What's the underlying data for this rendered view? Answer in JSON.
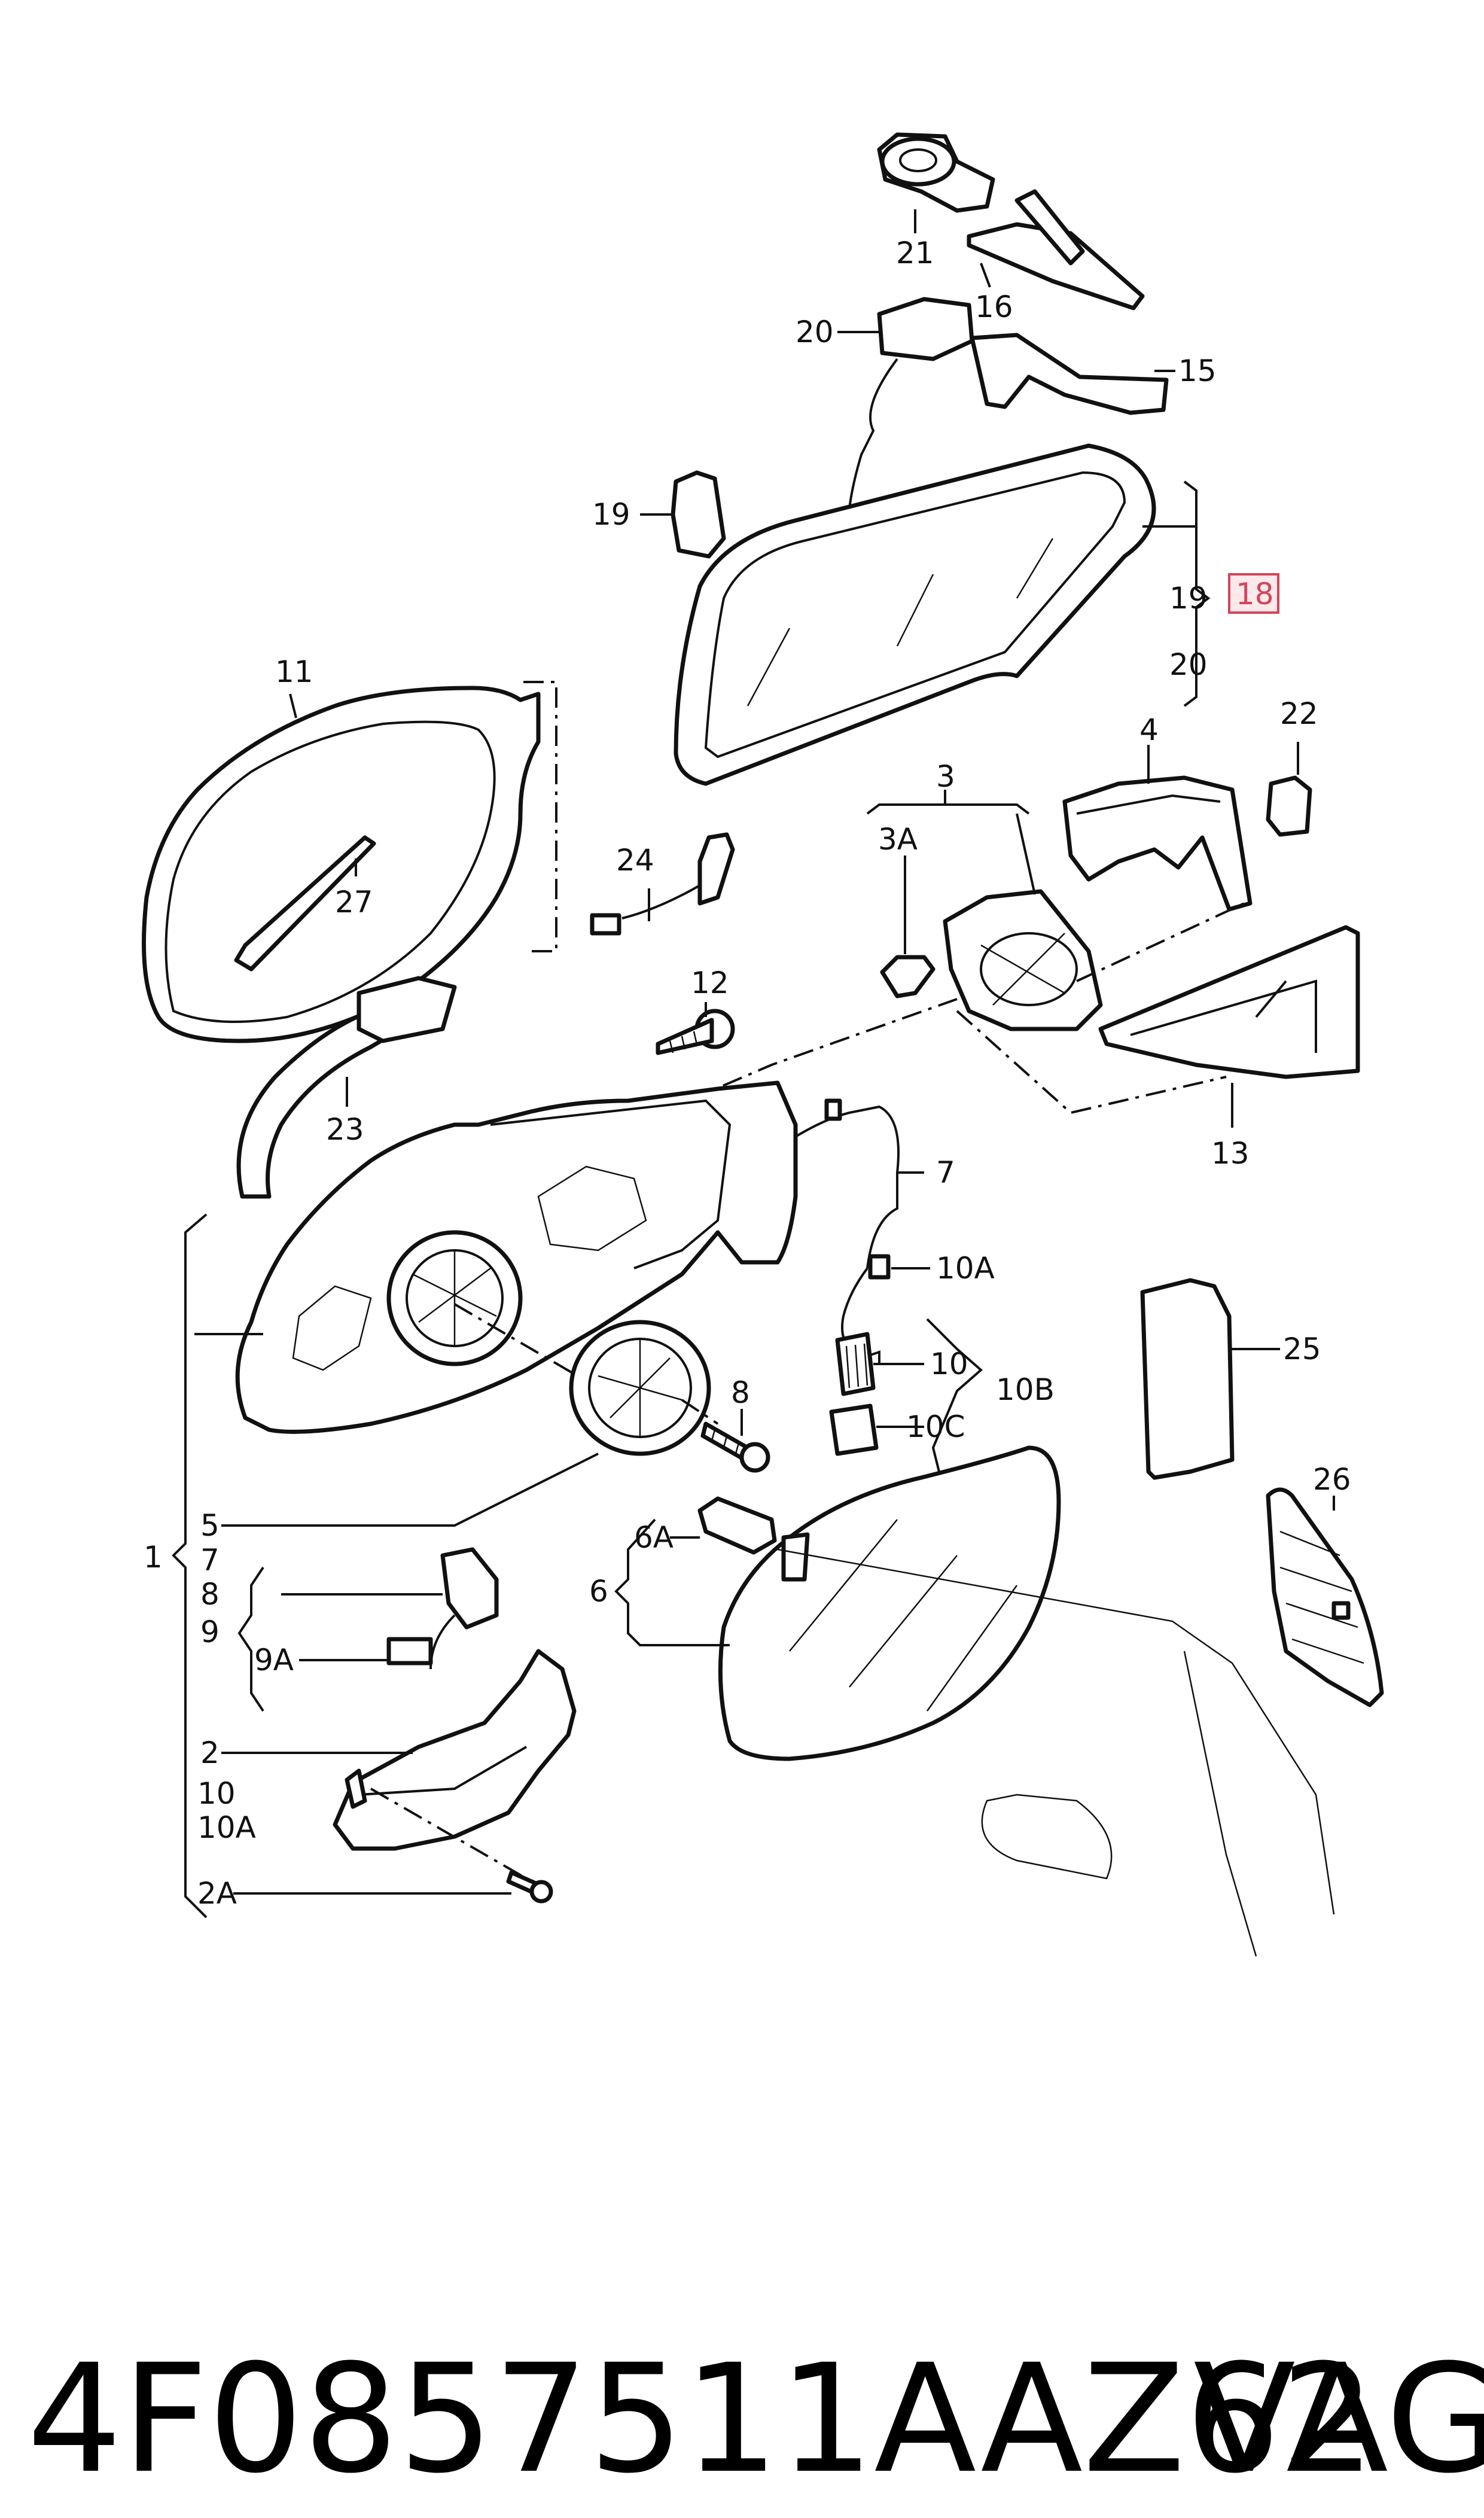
{
  "diagram": {
    "highlight": {
      "label": "18",
      "color": "#d2455a"
    },
    "callouts": {
      "c21": "21",
      "c16": "16",
      "c15": "15",
      "c20a": "20",
      "c19a": "19",
      "c19b": "19",
      "c20b": "20",
      "c11": "11",
      "c27": "27",
      "c24": "24",
      "c4": "4",
      "c22": "22",
      "c3": "3",
      "c3a": "3A",
      "c12": "12",
      "c23": "23",
      "c13": "13",
      "c7": "7",
      "c10a": "10A",
      "c25": "25",
      "c10": "10",
      "c10b": "10B",
      "c8": "8",
      "c10c": "10C",
      "c26": "26",
      "c5": "5",
      "c7b": "7",
      "c1": "1",
      "c6a": "6A",
      "c6": "6",
      "c8b": "8",
      "c9": "9",
      "c9a": "9A",
      "c2": "2",
      "c10d": "10",
      "c10e": "10A",
      "c2a": "2A"
    }
  },
  "footer": {
    "part_number": "4F0857511AAZ62",
    "brand": "VAG"
  }
}
